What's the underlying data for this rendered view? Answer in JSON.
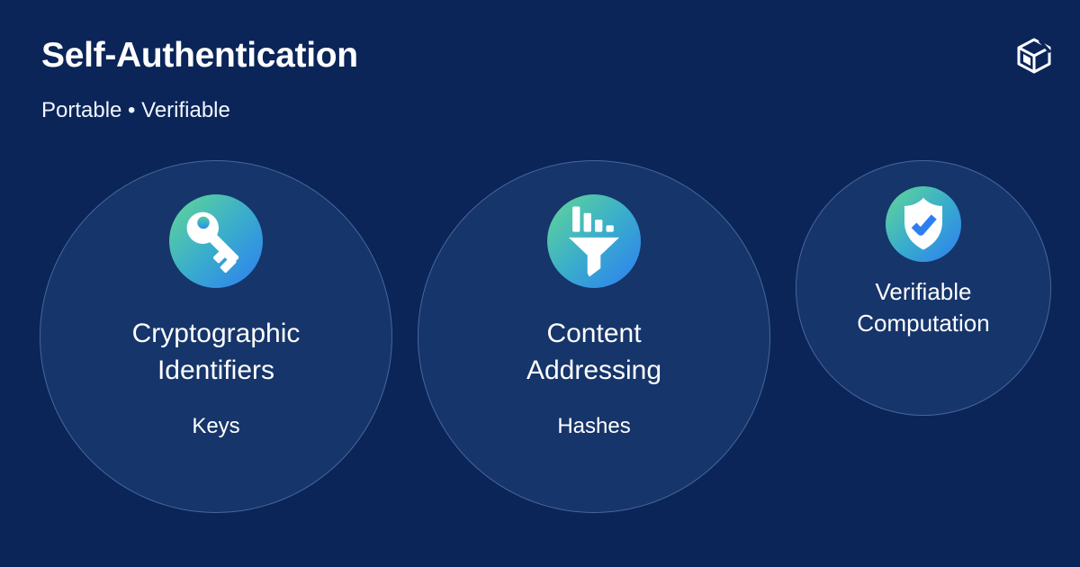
{
  "header": {
    "title": "Self-Authentication",
    "subtitle": "Portable • Verifiable"
  },
  "brand": {
    "logo_icon": "isometric-cube-logo"
  },
  "colors": {
    "background": "#0b2559",
    "circle_fill": "#16356a",
    "circle_border": "#8cace0",
    "icon_gradient_start": "#63d794",
    "icon_gradient_mid": "#3aaecb",
    "icon_gradient_end": "#2d7df2",
    "check_blue": "#2e7ef2",
    "text": "#ffffff"
  },
  "cards": [
    {
      "icon": "key-icon",
      "title": "Cryptographic Identifiers",
      "sublabel": "Keys"
    },
    {
      "icon": "funnel-chart-icon",
      "title": "Content Addressing",
      "sublabel": "Hashes"
    },
    {
      "icon": "shield-check-icon",
      "title": "Verifiable Computation",
      "sublabel": ""
    }
  ]
}
